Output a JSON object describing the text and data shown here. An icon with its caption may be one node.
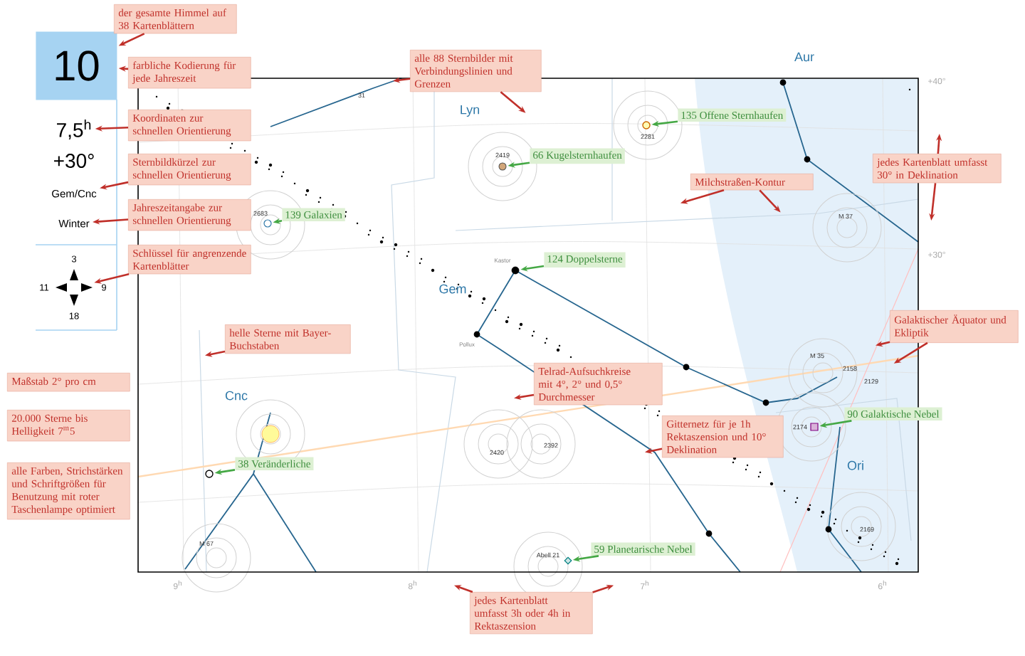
{
  "diagram": {
    "nodes": [
      {
        "text": [
          "10"
        ]
      },
      {
        "text": [
          "der gesamte Himmel auf 38 Kartenblättern"
        ]
      },
      {
        "text": [
          "farbliche Kodierung für jede Jahreszeit"
        ]
      },
      {
        "text": [
          "Koordinaten zur schnellen Orientierung"
        ]
      },
      {
        "text": [
          "Sternbildkürzel zur schnellen Orientierung"
        ]
      },
      {
        "text": [
          "Jahreszeitangabe zur schnellen Orientierung"
        ]
      },
      {
        "text": [
          "Schlüssel für angrenzende Kartenblätter"
        ]
      },
      {
        "text": [
          "alle 88 Sternbilder mit Verbindungslinien und Grenzen"
        ]
      },
      {
        "text": [
          "helle Sterne mit Bayer-Buchstaben"
        ]
      },
      {
        "text": [
          "Maßstab 2° pro cm"
        ]
      },
      {
        "text": [
          "20.000 Sterne bis Helligkeit 7$^{m}$5"
        ]
      },
      {
        "text": [
          "alle Farben, Strichstärken und Schriftgrößen für Benutzung mit roter Taschenlampe optimiert"
        ]
      },
      {
        "text": [
          "Milchstraßen-Kontur"
        ]
      },
      {
        "text": [
          "jedes Kartenblatt umfasst 30° in Deklination"
        ]
      },
      {
        "text": [
          "Galaktischer Äquator und Ekliptik"
        ]
      },
      {
        "text": [
          "Telrad-Aufsuchkreise mit 4°, 2° und 0,5° Durchmesser"
        ]
      },
      {
        "text": [
          "Gitternetz für je 1h Rektaszension und 10° Deklination"
        ]
      },
      {
        "text": [
          "jedes Kartenblatt umfasst 3h oder 4h in Rektaszension"
        ]
      },
      {
        "text": [
          "139 Galaxien"
        ]
      },
      {
        "text": [
          "66 Kugelsternhaufen"
        ]
      },
      {
        "text": [
          "135 Offene Sternhaufen"
        ]
      },
      {
        "text": [
          "124 Doppelsterne"
        ]
      },
      {
        "text": [
          "38 Veränderliche"
        ]
      },
      {
        "text": [
          "90 Galaktische Nebel"
        ]
      },
      {
        "text": [
          "59 Planetarische Nebel"
        ]
      },
      {
        "text": [
          "7,5$^{h}$"
        ]
      },
      {
        "text": [
          "Gem/Cnc"
        ]
      },
      {
        "text": [
          "Winter"
        ]
      },
      {
        "text": [],
        "shape": "picture",
        "beside": [
          "3",
          "11",
          "9",
          "18"
        ]
      },
      {
        "text": [],
        "shape": "circle",
        "beside": [
          "2683"
        ]
      },
      {
        "text": [],
        "shape": "circle",
        "beside": [
          "2419"
        ]
      },
      {
        "text": [],
        "shape": "circle",
        "beside": [
          "2281"
        ]
      },
      {
        "text": [],
        "shape": "circle",
        "beside": [
          "Kastor"
        ]
      },
      {
        "text": [],
        "shape": "circle"
      },
      {
        "text": [],
        "shape": "box",
        "beside": [
          "2174"
        ]
      },
      {
        "text": [],
        "shape": "diamond",
        "beside": [
          "Abell 21"
        ]
      }
    ],
    "edges": [
      {
        "from": 1,
        "to": 0,
        "arrow": "to"
      },
      {
        "from": 2,
        "to": 0,
        "arrow": "to"
      },
      {
        "from": 3,
        "to": 25,
        "arrow": "to"
      },
      {
        "from": 4,
        "to": 26,
        "arrow": "to"
      },
      {
        "from": 5,
        "to": 27,
        "arrow": "to"
      },
      {
        "from": 6,
        "to": 28,
        "arrow": "to"
      },
      {
        "from": 7,
        "to": null,
        "arrow": "to"
      },
      {
        "from": 7,
        "to": null,
        "arrow": "to"
      },
      {
        "from": 8,
        "to": null,
        "arrow": "to"
      },
      {
        "from": 12,
        "to": null,
        "arrow": "to"
      },
      {
        "from": 12,
        "to": null,
        "arrow": "to"
      },
      {
        "from": 13,
        "to": null,
        "arrow": "to"
      },
      {
        "from": 13,
        "to": null,
        "arrow": "to"
      },
      {
        "from": 14,
        "to": null,
        "arrow": "to"
      },
      {
        "from": 14,
        "to": null,
        "arrow": "to"
      },
      {
        "from": 15,
        "to": null,
        "arrow": "to"
      },
      {
        "from": 16,
        "to": null,
        "arrow": "to"
      },
      {
        "from": 17,
        "to": null,
        "arrow": "to"
      },
      {
        "from": 17,
        "to": null,
        "arrow": "to"
      },
      {
        "from": 18,
        "to": 29,
        "arrow": "to",
        "color": "#45a845"
      },
      {
        "from": 19,
        "to": 30,
        "arrow": "to",
        "color": "#45a845"
      },
      {
        "from": 20,
        "to": 31,
        "arrow": "to",
        "color": "#45a845"
      },
      {
        "from": 21,
        "to": 32,
        "arrow": "to",
        "color": "#45a845"
      },
      {
        "from": 22,
        "to": 33,
        "arrow": "to",
        "color": "#45a845"
      },
      {
        "from": 23,
        "to": 34,
        "arrow": "to",
        "color": "#45a845"
      },
      {
        "from": 24,
        "to": 35,
        "arrow": "to",
        "color": "#45a845"
      }
    ],
    "labels": [
      "+30°",
      "31",
      "Aur",
      "+40°",
      "Lyn",
      "M 37",
      "+30°",
      "Gem",
      "Pollux",
      "M 35",
      "2158",
      "2129",
      "Cnc",
      "2420",
      "2392",
      "Ori",
      "2169",
      "M 67",
      "9$^{h}$",
      "8$^{h}$",
      "7$^{h}$",
      "6$^{h}$"
    ]
  }
}
